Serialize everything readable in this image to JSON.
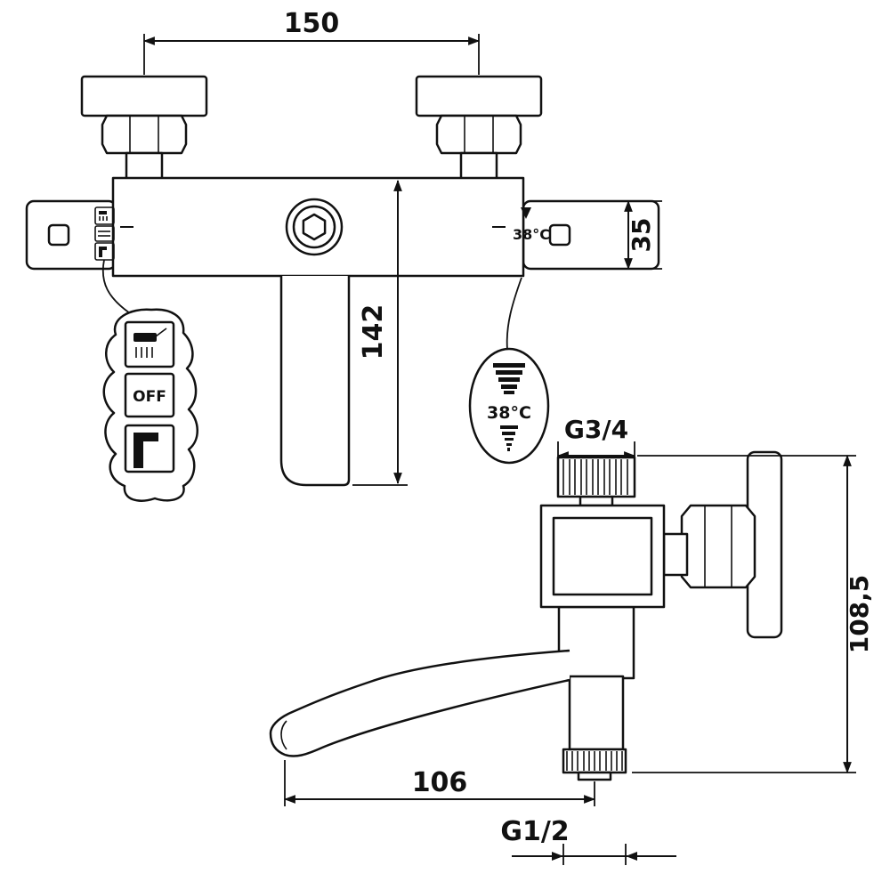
{
  "front_view": {
    "dim_mount_spacing": "150",
    "dim_body_height": "35",
    "dim_spout_drop": "142",
    "temperature_label": "38°C",
    "callout": {
      "off_label": "OFF",
      "temperature_label": "38°C"
    }
  },
  "side_view": {
    "dim_top_connection": "G3/4",
    "dim_overall_height": "108,5",
    "dim_spout_reach": "106",
    "dim_bottom_connection": "G1/2"
  },
  "colors": {
    "line": "#111111",
    "background": "#ffffff"
  }
}
